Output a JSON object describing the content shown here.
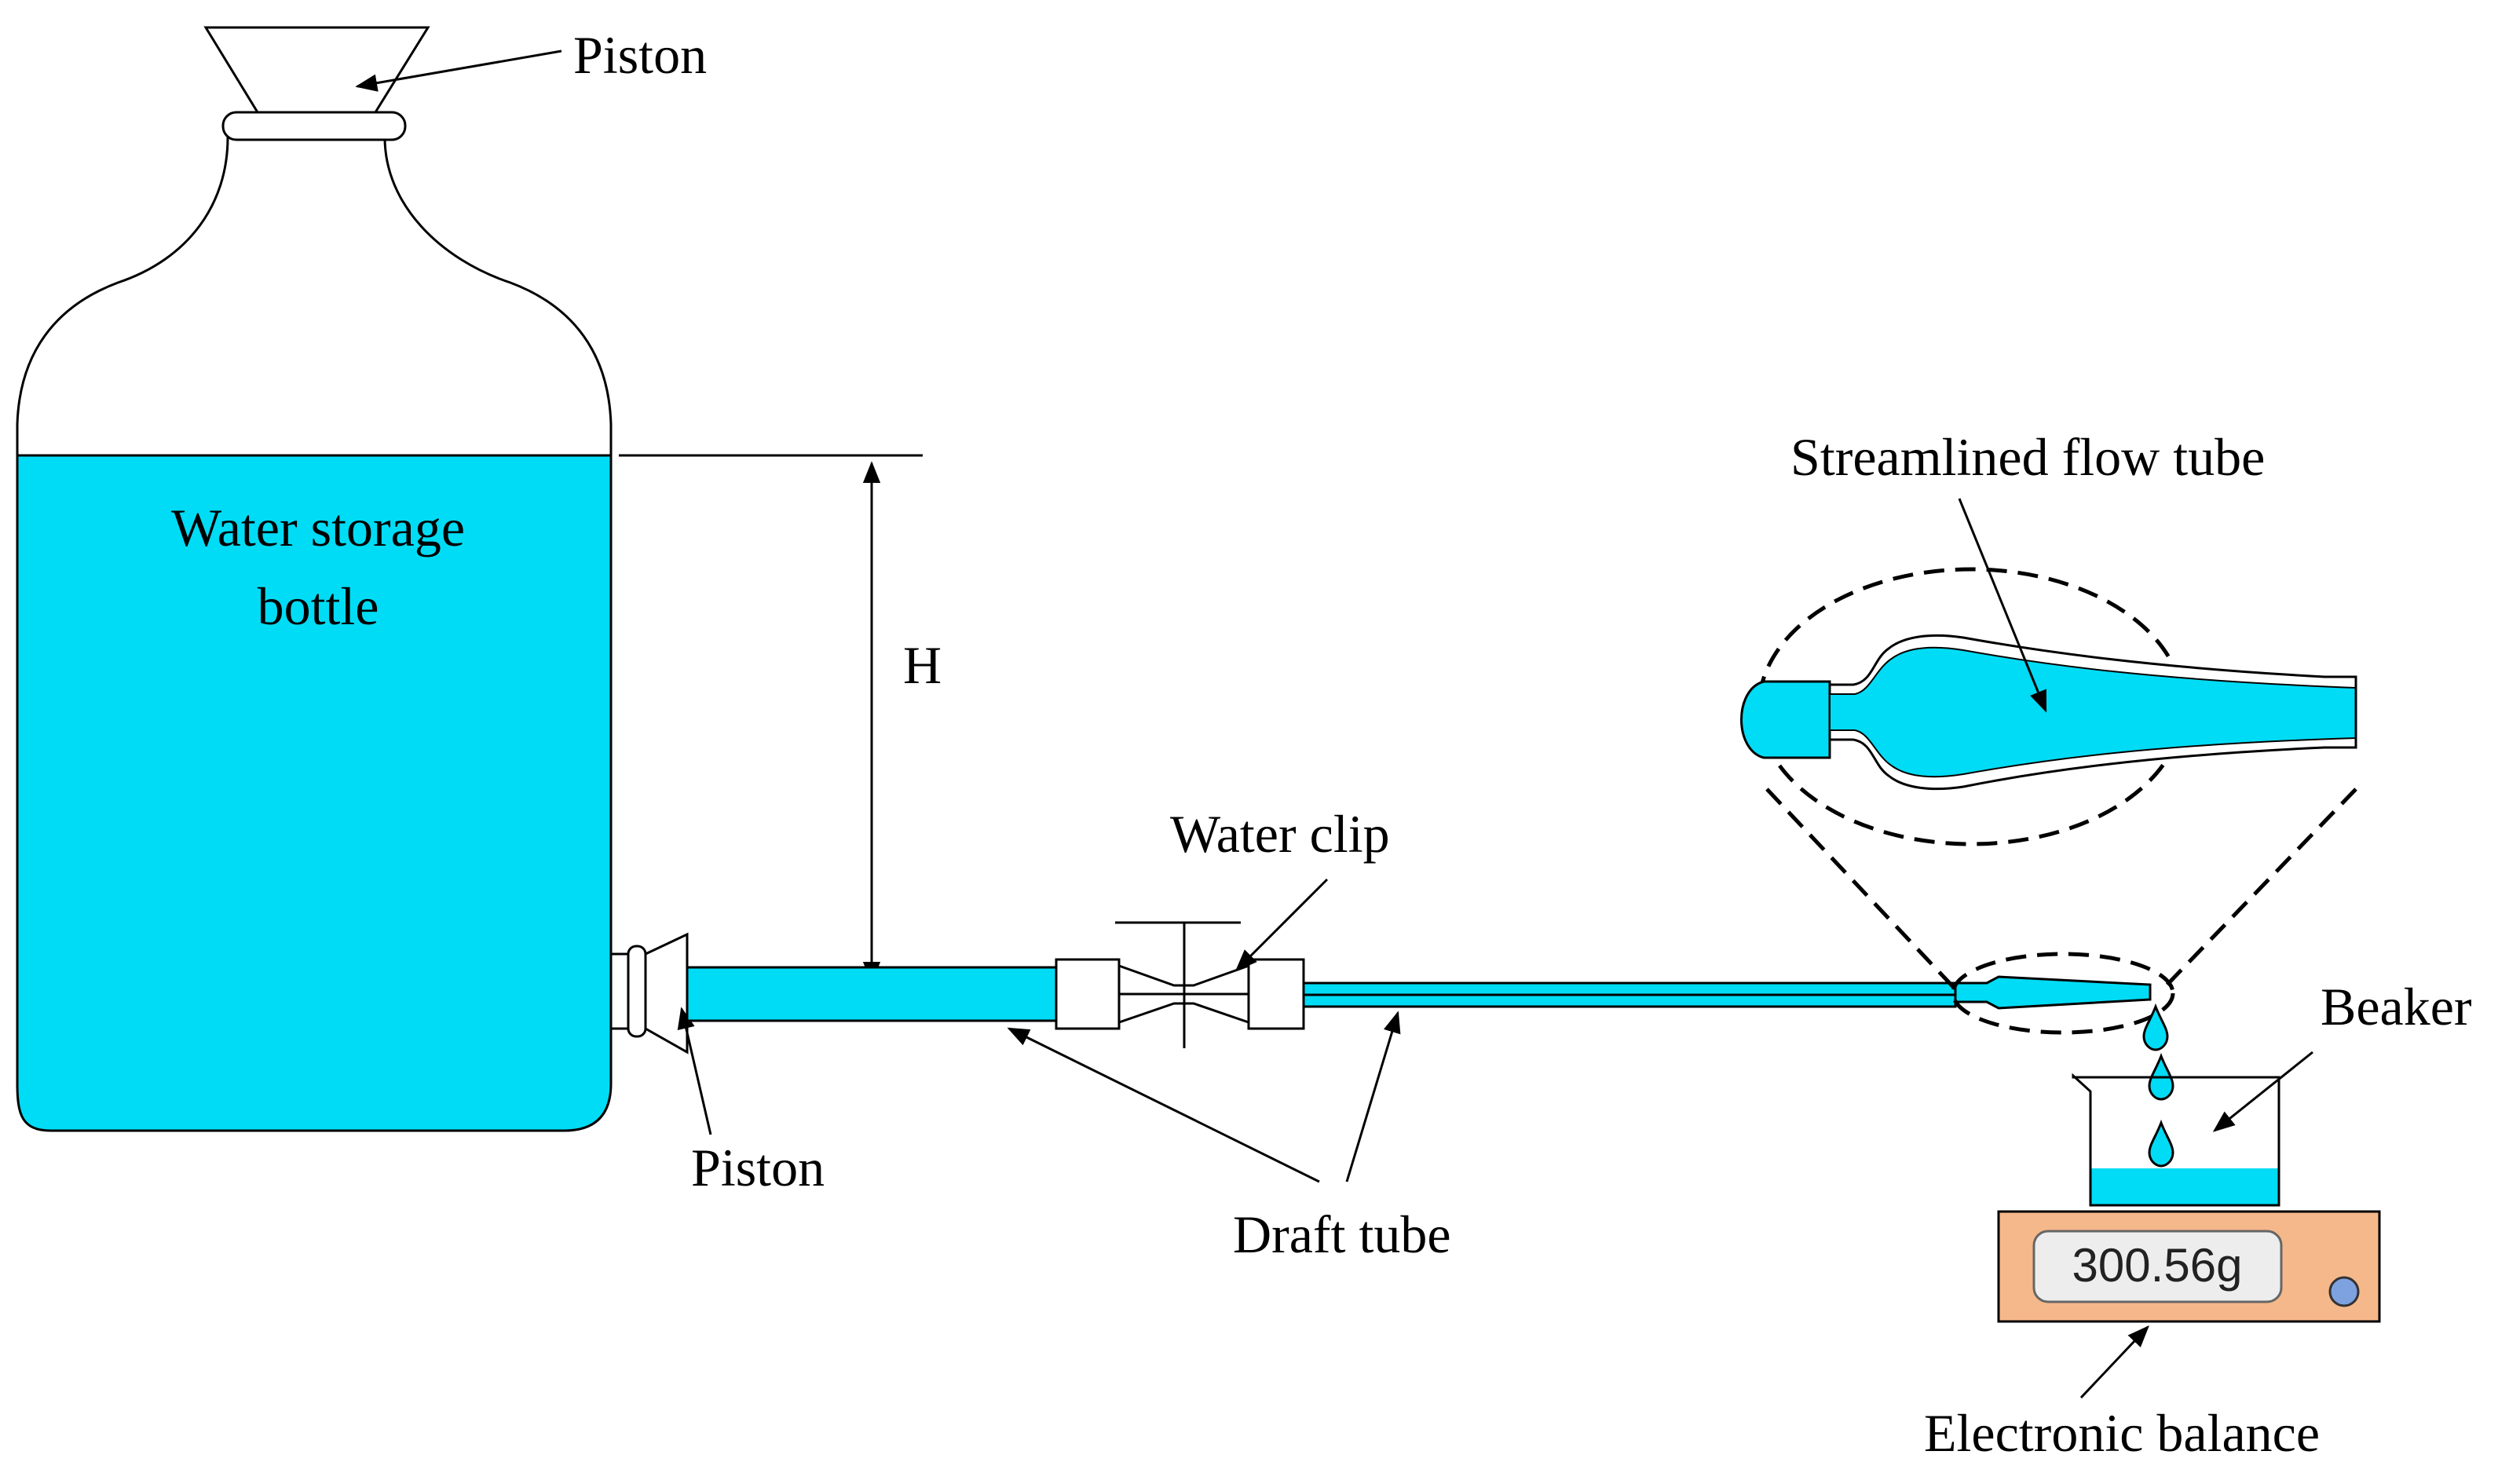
{
  "colors": {
    "water": "#00dcf5",
    "balance_body": "#f5b88a",
    "balance_display": "#ededed",
    "knob": "#7ea1e0",
    "outline": "#000000"
  },
  "labels": {
    "piston_top": "Piston",
    "piston_side": "Piston",
    "bottle": [
      "Water storage",
      "bottle"
    ],
    "height": "H",
    "water_clip": "Water clip",
    "streamlined_flow_tube": "Streamlined flow tube",
    "beaker": "Beaker",
    "draft_tube": "Draft tube",
    "electronic_balance": "Electronic balance"
  },
  "balance_reading": "300.56g"
}
